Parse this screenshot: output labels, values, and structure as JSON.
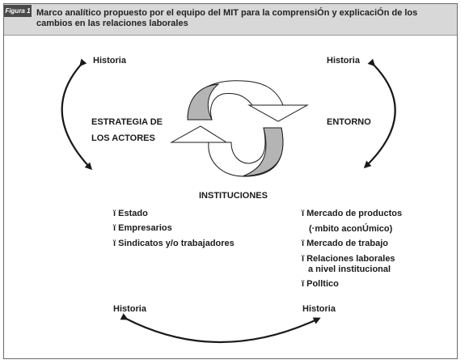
{
  "header": {
    "badge": "Figura 1",
    "title": "Marco analítico propuesto por el equipo del MIT para la comprensiÓn y explicaciÓn de los cambios en  las relaciones laborales"
  },
  "labels": {
    "history_top_left": "Historia",
    "history_top_right": "Historia",
    "history_bottom_left": "Historia",
    "history_bottom_right": "Historia",
    "strategy_line1": "ESTRATEGIA DE",
    "strategy_line2": "LOS ACTORES",
    "environment": "ENTORNO",
    "institutions": "INSTITUCIONES"
  },
  "left_list": [
    "ï Estado",
    "ï Empresarios",
    "ï Sindicatos y/o trabajadores"
  ],
  "right_list": [
    "ï Mercado de productos",
    "(·mbito aconÚmico)",
    "ï Mercado de trabajo",
    "ï Relaciones laborales",
    "a nivel institucional",
    "ï Polltico"
  ],
  "colors": {
    "header_bg": "#d8d8d8",
    "badge_bg": "#4a4a4a",
    "cycle_fill": "#b4b4b4",
    "arrow": "#1a1a1a"
  }
}
